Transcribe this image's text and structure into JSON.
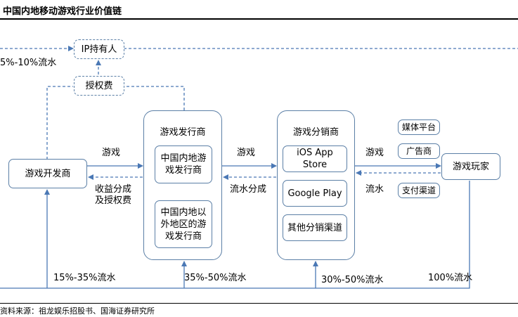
{
  "title": "中国内地移动游戏行业价值链",
  "source": "资料来源：祖龙娱乐招股书、国海证券研究所",
  "nodes": {
    "ip_holder": "IP持有人",
    "license_fee": "授权费",
    "developer": "游戏开发商",
    "publisher": "游戏发行商",
    "publisher_mainland": "中国内地游戏发行商",
    "publisher_overseas": "中国内地以外地区的游戏发行商",
    "distributor": "游戏分销商",
    "ios": "iOS App Store",
    "google_play": "Google Play",
    "other_channels": "其他分销渠道",
    "player": "游戏玩家",
    "media_platform": "媒体平台",
    "ad_provider": "广告商",
    "payment_channel": "支付渠道"
  },
  "labels": {
    "ip_share": "5%-10%流水",
    "dev_to_pub": "游戏",
    "pub_to_dev": "收益分成\n及授权费",
    "pub_to_dist": "游戏",
    "dist_to_pub": "流水分成",
    "dist_to_player": "游戏",
    "player_to_dist": "流水",
    "dev_share": "15%-35%流水",
    "pub_share": "35%-50%流水",
    "dist_share": "30%-50%流水",
    "player_total": "100%流水"
  },
  "colors": {
    "line": "#4a78b5",
    "border": "#5b7fa6"
  }
}
